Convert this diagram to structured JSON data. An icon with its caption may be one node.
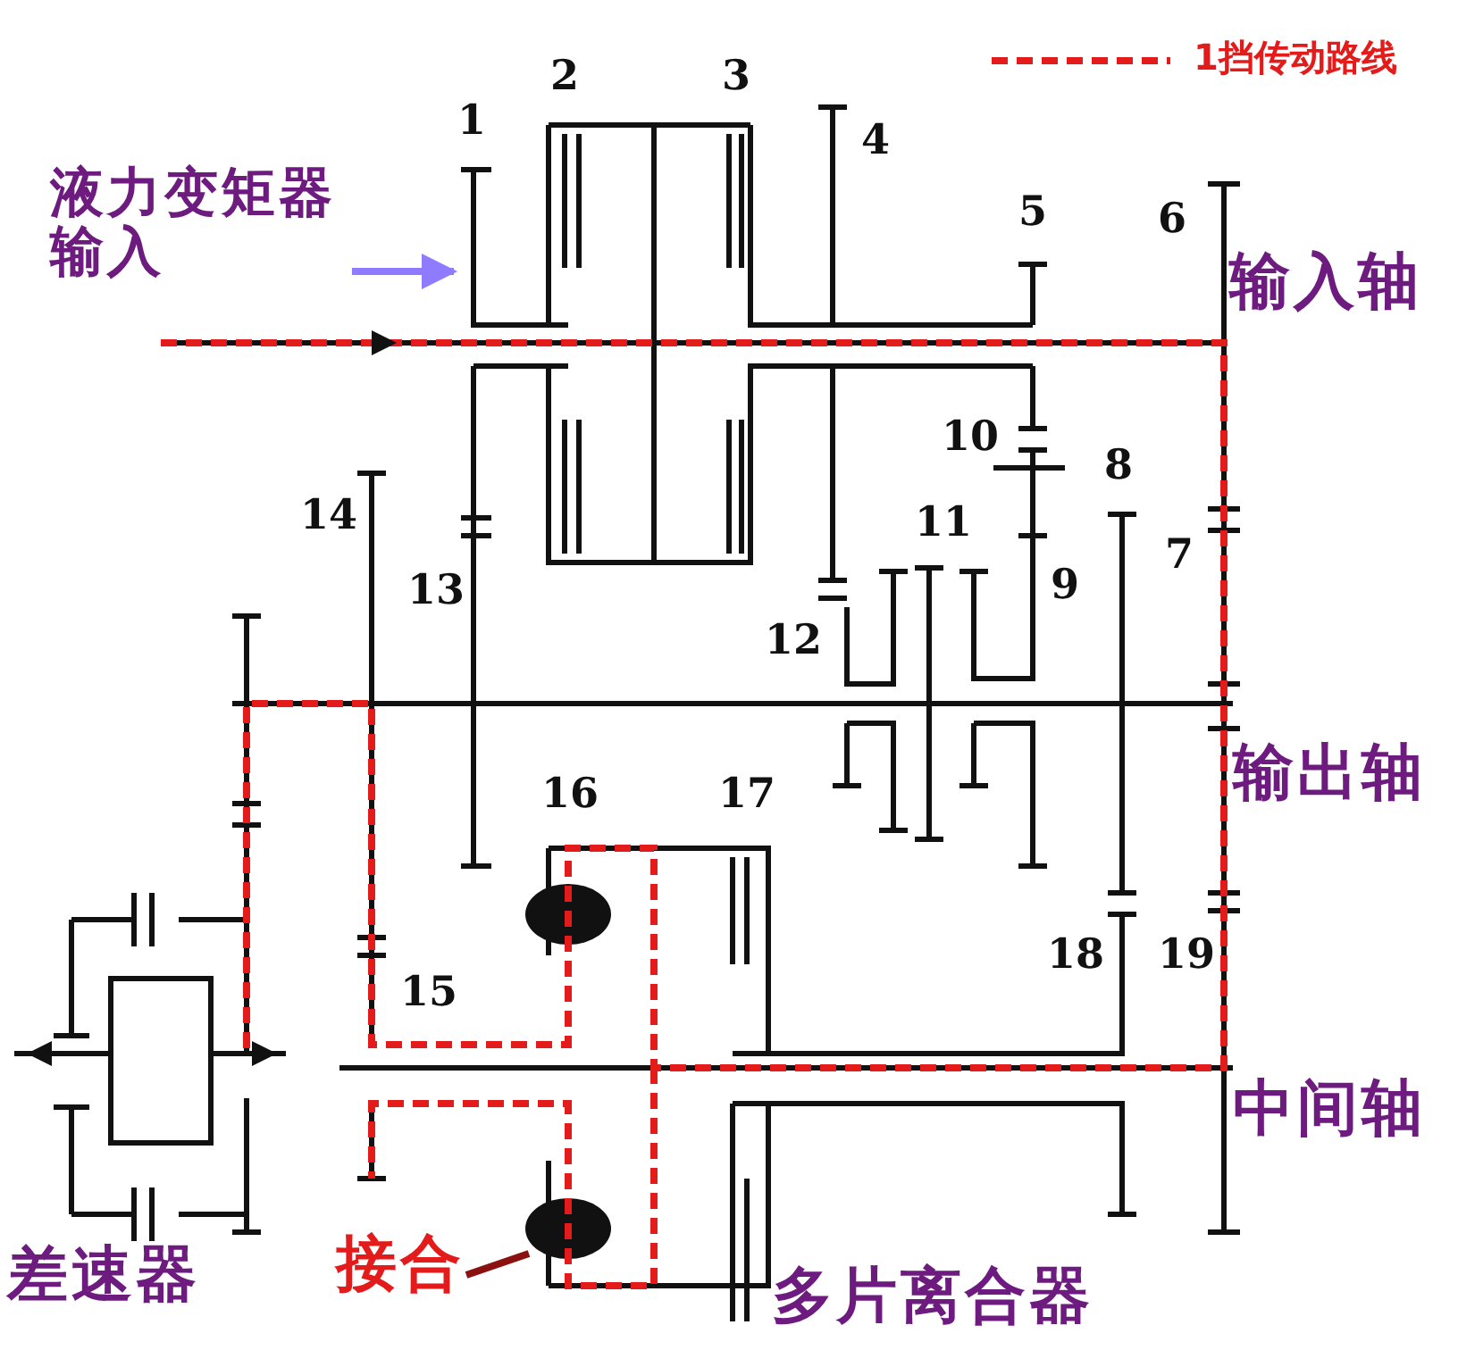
{
  "diagram": {
    "nodes": [
      {
        "text": [
          "液力变矩器输入"
        ]
      },
      {
        "text": [
          "接合"
        ]
      }
    ],
    "edges": [
      {
        "from": 0,
        "to": null,
        "arrow": "to",
        "color": "#8f7bff"
      },
      {
        "from": 1,
        "to": null,
        "arrow": "none",
        "color": "#8b1010"
      }
    ],
    "labels": [
      "2",
      "3",
      "1",
      "4",
      "5",
      "6",
      "输入轴",
      "10",
      "8",
      "14",
      "11",
      "7",
      "13",
      "9",
      "12",
      "输出轴",
      "16",
      "17",
      "15",
      "18",
      "19",
      "中间轴",
      "差速器",
      "多片离合器"
    ],
    "legend": [
      {
        "text": "1挡传动路线"
      }
    ]
  }
}
